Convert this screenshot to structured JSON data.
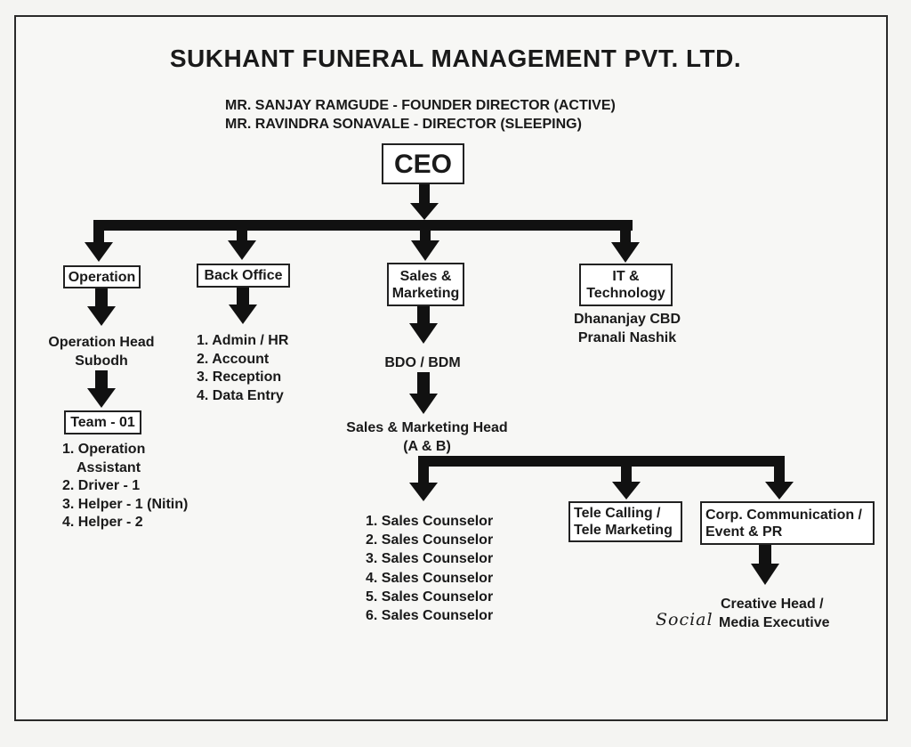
{
  "title": "SUKHANT FUNERAL MANAGEMENT PVT. LTD.",
  "directors": [
    "MR. SANJAY RAMGUDE - FOUNDER DIRECTOR (ACTIVE)",
    "MR. RAVINDRA SONAVALE - DIRECTOR (SLEEPING)"
  ],
  "ceo": "CEO",
  "departments": {
    "operation": {
      "label": "Operation",
      "head": [
        "Operation Head",
        "Subodh"
      ],
      "team": "Team - 01",
      "members": [
        "1. Operation",
        "Assistant",
        "2. Driver - 1",
        "3. Helper - 1 (Nitin)",
        "4. Helper - 2"
      ]
    },
    "back_office": {
      "label": "Back Office",
      "items": [
        "1. Admin / HR",
        "2. Account",
        "3. Reception",
        "4. Data Entry"
      ]
    },
    "sales": {
      "label": [
        "Sales &",
        "Marketing"
      ],
      "bdo": "BDO / BDM",
      "head": [
        "Sales & Marketing Head",
        "(A & B)"
      ],
      "counselors": [
        "1. Sales Counselor",
        "2. Sales Counselor",
        "3. Sales Counselor",
        "4. Sales Counselor",
        "5. Sales Counselor",
        "6. Sales Counselor"
      ],
      "tele": [
        "Tele Calling /",
        "Tele Marketing"
      ],
      "corp": [
        "Corp. Communication /",
        "Event & PR"
      ],
      "creative": [
        "Creative Head /",
        "Media Executive"
      ],
      "handwritten_note": "Social"
    },
    "it": {
      "label": [
        "IT &",
        "Technology"
      ],
      "people": [
        "Dhananjay CBD",
        "Pranali Nashik"
      ]
    }
  },
  "colors": {
    "line": "#111111",
    "box_border": "#222222",
    "background": "#f7f7f5"
  }
}
